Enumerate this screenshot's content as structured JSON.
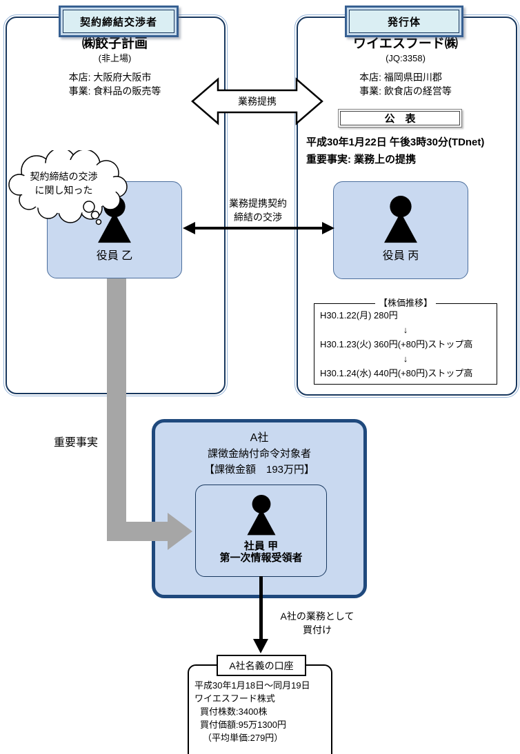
{
  "colors": {
    "container_border_dark": "#17375E",
    "container_border_light": "#95B3D7",
    "tab_fill": "#DAEEF3",
    "box_fill": "#C9D9F0",
    "a_box_border": "#1F497D",
    "gray_arrow": "#A6A6A6"
  },
  "left_panel": {
    "tab": "契約締結交渉者",
    "company": "㈱餃子計画",
    "listing": "(非上場)",
    "head_office": "本店: 大阪府大阪市",
    "business": "事業: 食料品の販売等",
    "thought": "契約締結の交渉\nに関し知った",
    "person": "役員 乙"
  },
  "right_panel": {
    "tab": "発行体",
    "company": "ワイエスフード㈱",
    "listing": "(JQ:3358)",
    "head_office": "本店: 福岡県田川郡",
    "business": "事業: 飲食店の経営等",
    "announce_title": "公　表",
    "announce_time": "平成30年1月22日 午後3時30分(TDnet)",
    "announce_fact": "重要事実: 業務上の提携",
    "person": "役員 丙",
    "stock": {
      "title": "【株価推移】",
      "lines": [
        "H30.1.22(月) 280円",
        "↓",
        "H30.1.23(火) 360円(+80円)ストップ高",
        "↓",
        "H30.1.24(水) 440円(+80円)ストップ高"
      ]
    }
  },
  "arrows": {
    "partnership": "業務提携",
    "negotiation": "業務提携契約\n締結の交渉",
    "important_fact": "重要事実",
    "purchase": "A社の業務として\n買付け"
  },
  "company_a": {
    "name": "A社",
    "role": "課徴金納付命令対象者",
    "penalty": "【課徴金額　193万円】",
    "person": "社員 甲",
    "person_role": "第一次情報受領者"
  },
  "account": {
    "title": "A社名義の口座",
    "lines": [
      "平成30年1月18日～同月19日",
      "ワイエスフード株式",
      "買付株数:3400株",
      "買付価額:95万1300円",
      "（平均単価:279円）"
    ]
  }
}
